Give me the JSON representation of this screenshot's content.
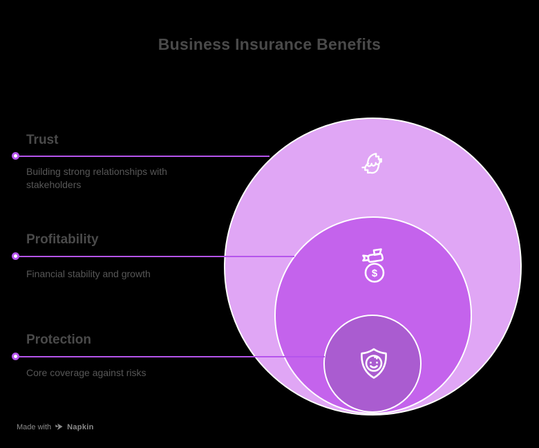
{
  "title": "Business Insurance Benefits",
  "diagram": {
    "type": "nested-circles",
    "items": [
      {
        "label": "Trust",
        "description": "Building strong relationships with stakeholders",
        "icon": "handshake-icon",
        "circle_color": "#e0a6f5"
      },
      {
        "label": "Profitability",
        "description": "Financial stability and growth",
        "icon": "money-bag-icon",
        "circle_color": "#c463ec"
      },
      {
        "label": "Protection",
        "description": "Core coverage against risks",
        "icon": "shield-icon",
        "circle_color": "#aa5cd0"
      }
    ],
    "money_symbol": "$"
  },
  "colors": {
    "background": "#000000",
    "title_text": "#4a4a4a",
    "description_text": "#575757",
    "connector_line": "#b554ec",
    "circle_border": "#ffffff",
    "icon_stroke": "#ffffff",
    "footer_text": "#8a8a8a"
  },
  "footer": {
    "made_with": "Made with",
    "brand": "Napkin"
  }
}
